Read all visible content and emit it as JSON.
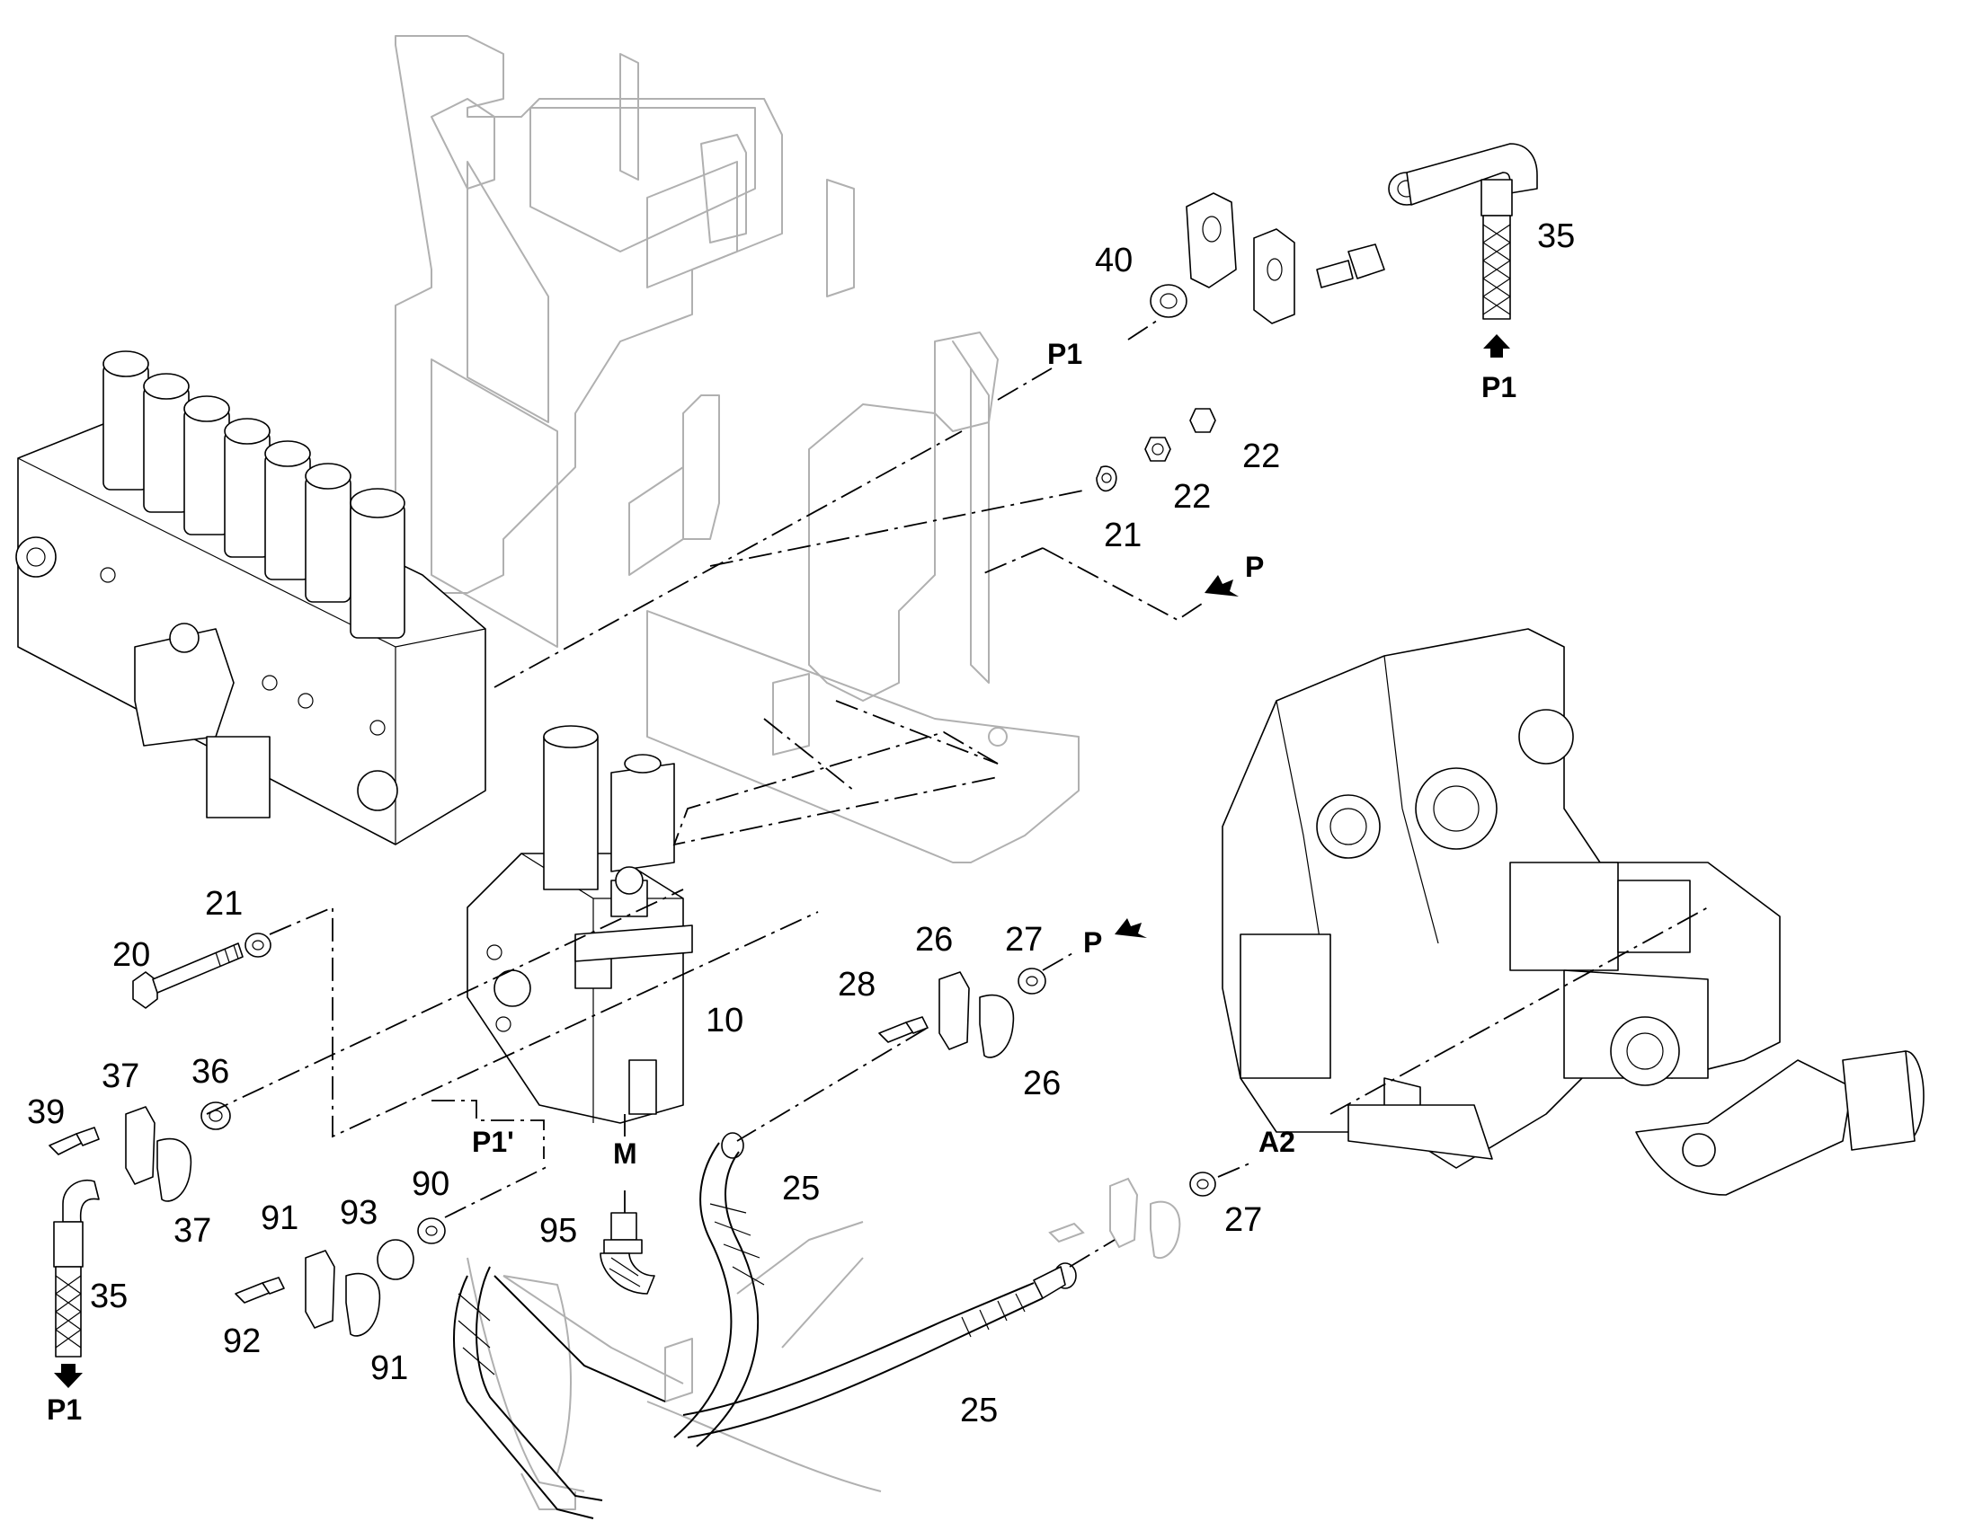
{
  "part_numbers": {
    "p10": "10",
    "p20": "20",
    "p21a": "21",
    "p21b": "21",
    "p22a": "22",
    "p22b": "22",
    "p25a": "25",
    "p25b": "25",
    "p26a": "26",
    "p26b": "26",
    "p27a": "27",
    "p27b": "27",
    "p28": "28",
    "p35a": "35",
    "p35b": "35",
    "p36": "36",
    "p37a": "37",
    "p37b": "37",
    "p39": "39",
    "p40": "40",
    "p90": "90",
    "p91a": "91",
    "p91b": "91",
    "p92": "92",
    "p93": "93",
    "p95": "95"
  },
  "port_labels": {
    "p1_top_line": "P1",
    "p1_top_arrow": "P1",
    "p1_bottom": "P1",
    "p1_prime": "P1'",
    "p_upper": "P",
    "p_mid": "P",
    "a2": "A2",
    "m": "M"
  },
  "colors": {
    "ink": "#000000",
    "ghost": "#b0b0b0",
    "paper": "#ffffff"
  }
}
